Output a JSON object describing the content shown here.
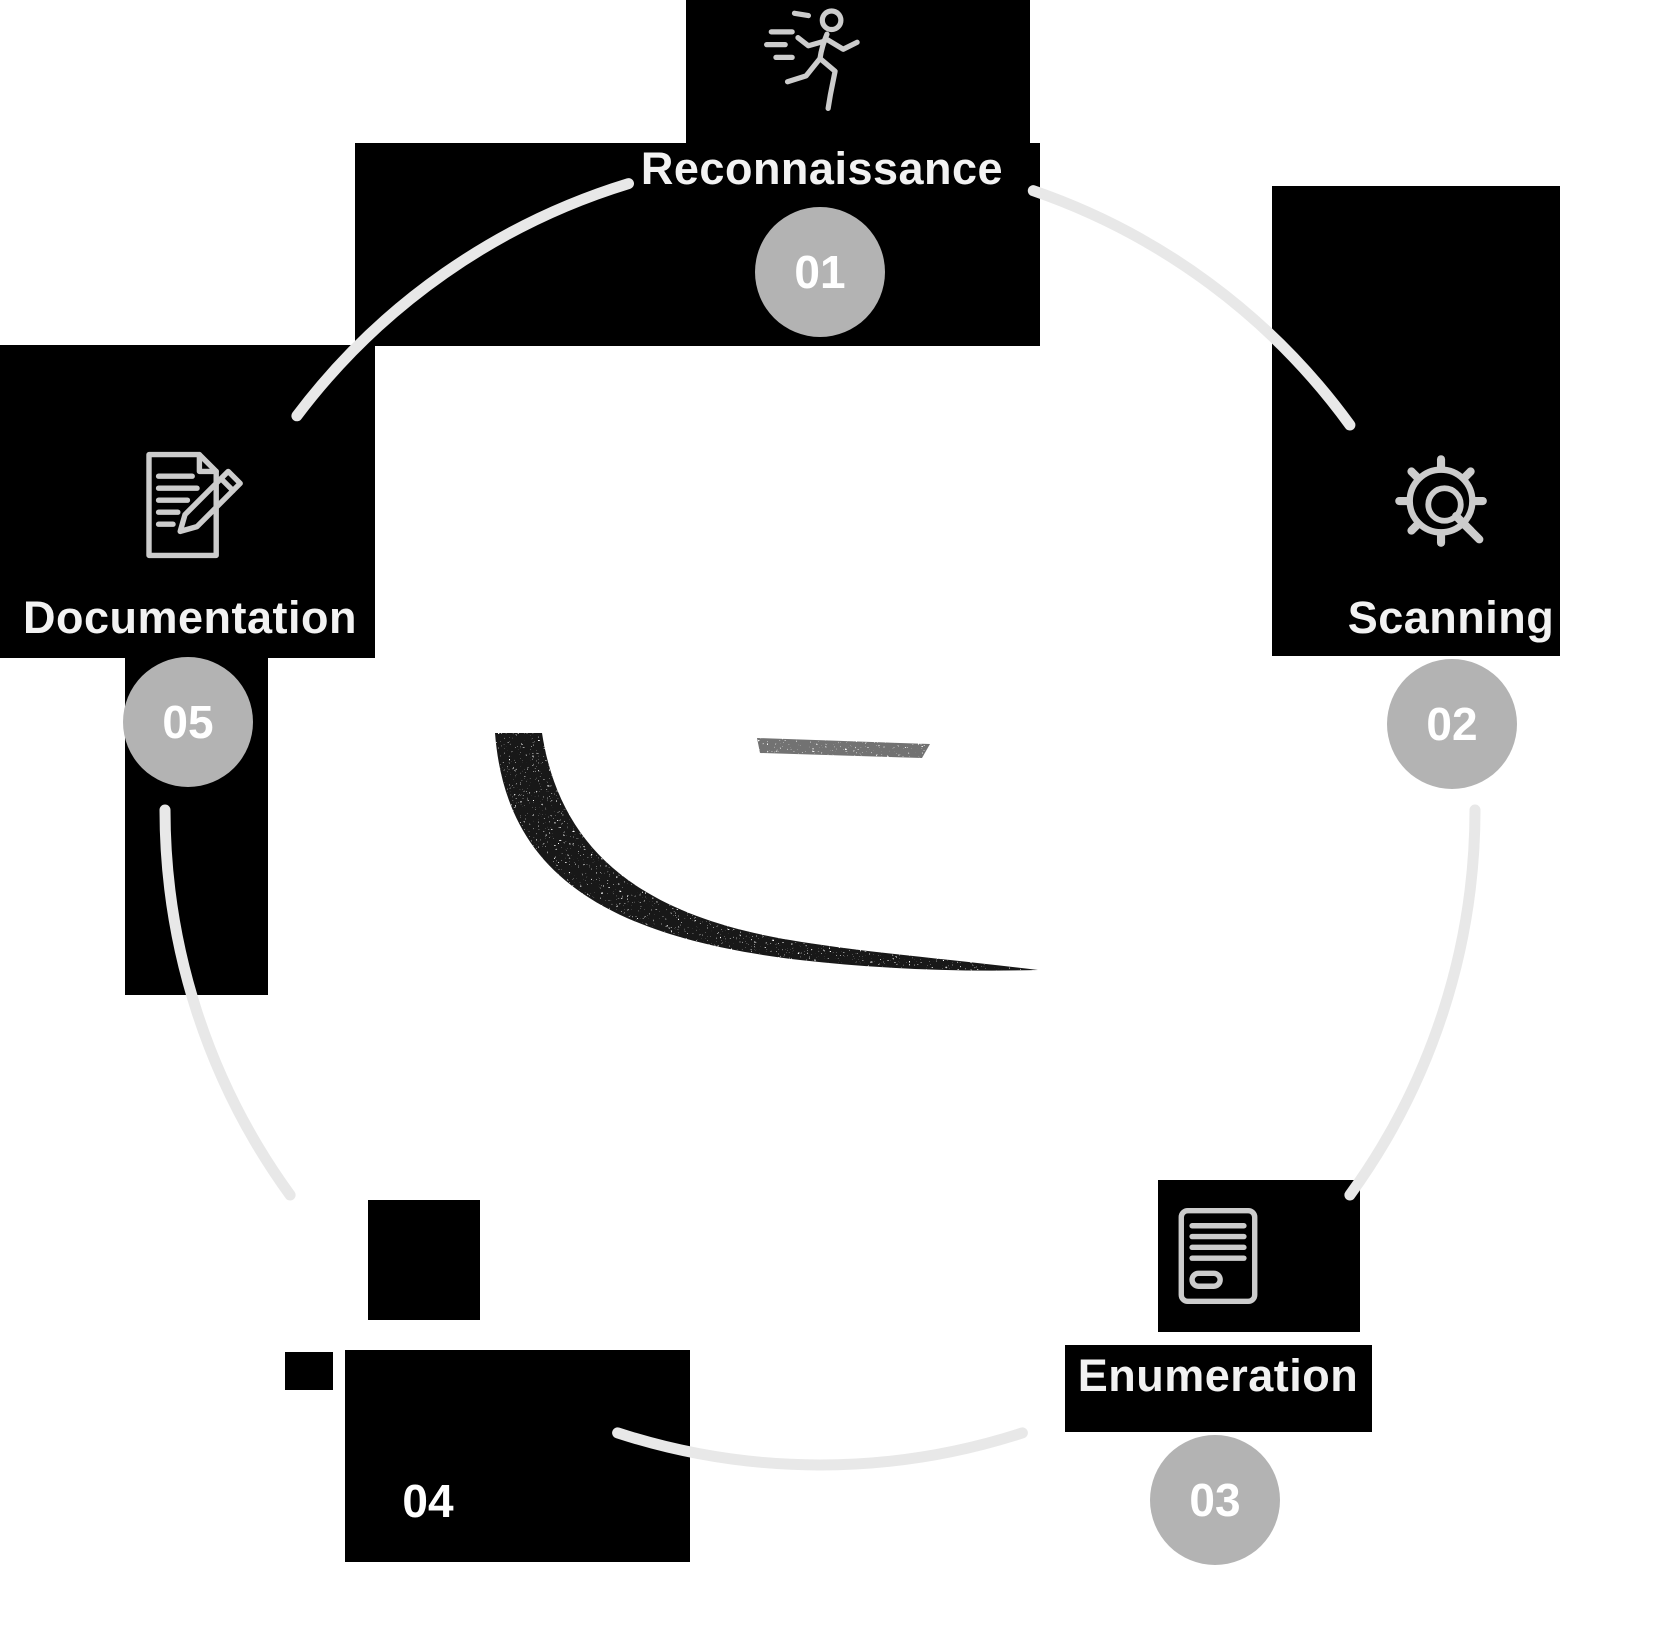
{
  "diagram": {
    "name": "five-stage-process-cycle",
    "stages": [
      {
        "number": "01",
        "label": "Reconnaissance",
        "icon": "running-person-icon"
      },
      {
        "number": "02",
        "label": "Scanning",
        "icon": "gear-magnifier-icon"
      },
      {
        "number": "03",
        "label": "Enumeration",
        "icon": "server-icon"
      },
      {
        "number": "04",
        "label": "",
        "icon": ""
      },
      {
        "number": "05",
        "label": "Documentation",
        "icon": "document-pencil-icon"
      }
    ],
    "colors": {
      "background": "#ffffff",
      "panel": "#000000",
      "arc": "#e8e8e8",
      "number_circle_fill": "#b3b3b3",
      "number_text": "#ffffff",
      "label_text": "#f2f2f2",
      "icon_stroke": "#cccccc"
    }
  }
}
